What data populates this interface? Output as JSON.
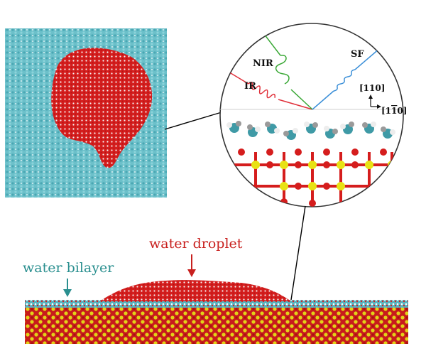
{
  "figure": {
    "top_left_panel": {
      "description_name": "top-view-water-droplet-on-surface",
      "colors": {
        "background_water": "#5fb9c4",
        "droplet_oxygen": "#d52020",
        "droplet_hydrogen": "#f4f4f4"
      }
    },
    "zoom_circle": {
      "beams": [
        {
          "label": "IR",
          "color": "#e0303a"
        },
        {
          "label": "NIR",
          "color": "#3aa836"
        },
        {
          "label": "SF",
          "color": "#3b8fd8"
        }
      ],
      "axes": {
        "vertical": "[110]",
        "horizontal": "[1",
        "horizontal_bar": "1",
        "horizontal_tail": "0]"
      },
      "colors": {
        "molecule_teal": "#3f9aa6",
        "molecule_gray": "#8a8a8a",
        "lattice_red": "#d51d1d",
        "lattice_yellow": "#e8e214"
      }
    },
    "bottom_panel": {
      "labels": {
        "droplet": "water droplet",
        "bilayer": "water bilayer"
      },
      "colors": {
        "droplet_arrow": "#c8201e",
        "bilayer_arrow": "#2a8f8f",
        "substrate_red": "#c81c1c",
        "substrate_yellow": "#e2d318"
      }
    }
  }
}
